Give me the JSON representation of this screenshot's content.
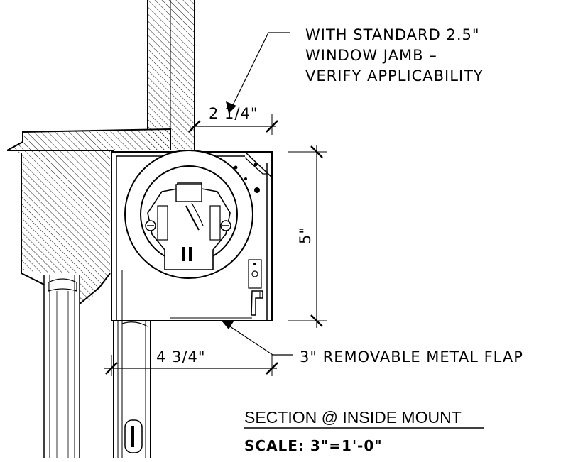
{
  "notes": {
    "jamb_line1": "WITH STANDARD 2.5\"",
    "jamb_line2": "WINDOW JAMB –",
    "jamb_line3": "VERIFY APPLICABILITY",
    "flap": "3\" REMOVABLE METAL FLAP"
  },
  "dimensions": {
    "top_width": "2 1/4\"",
    "height": "5\"",
    "bottom_width": "4 3/4\""
  },
  "title": {
    "main": "SECTION @ INSIDE MOUNT",
    "scale": "SCALE: 3\"=1'-0\""
  },
  "colors": {
    "line": "#000000",
    "background": "#ffffff",
    "hatch": "#000000"
  }
}
